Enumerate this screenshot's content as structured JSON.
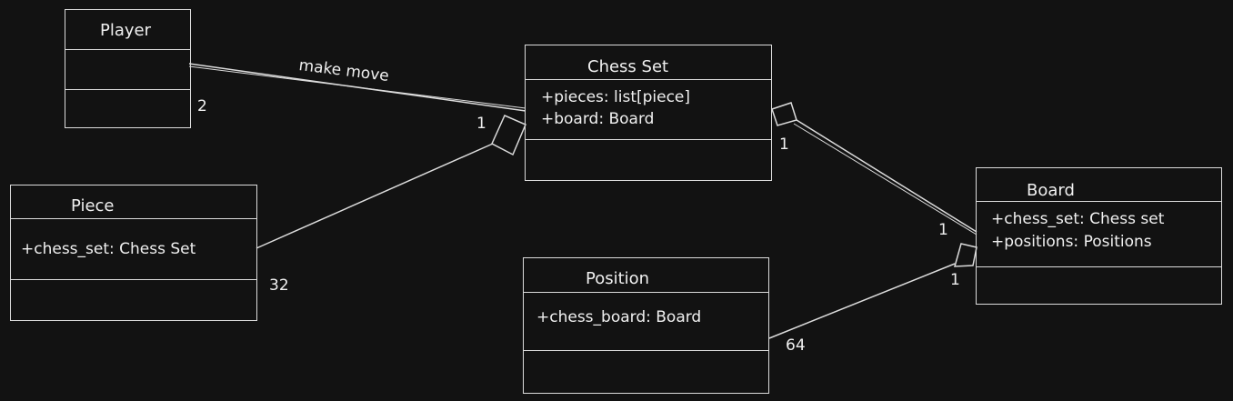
{
  "classes": {
    "player": {
      "name": "Player",
      "attributes": []
    },
    "chess_set": {
      "name": "Chess Set",
      "attributes": [
        "+pieces: list[piece]",
        "+board: Board"
      ]
    },
    "piece": {
      "name": "Piece",
      "attributes": [
        "+chess_set: Chess Set"
      ]
    },
    "position": {
      "name": "Position",
      "attributes": [
        "+chess_board: Board"
      ]
    },
    "board": {
      "name": "Board",
      "attributes": [
        "+chess_set: Chess set",
        "+positions: Positions"
      ]
    }
  },
  "associations": {
    "player_chessset": {
      "label": "make move",
      "player_multiplicity": "2"
    },
    "piece_chessset": {
      "chessset_multiplicity": "1",
      "piece_multiplicity": "32"
    },
    "chessset_board": {
      "chessset_multiplicity": "1",
      "board_multiplicity": "1"
    },
    "position_board": {
      "board_multiplicity": "1",
      "position_multiplicity": "64"
    }
  },
  "colors": {
    "background": "#121212",
    "stroke": "#dcdcdc",
    "text": "#f0f0f0"
  }
}
